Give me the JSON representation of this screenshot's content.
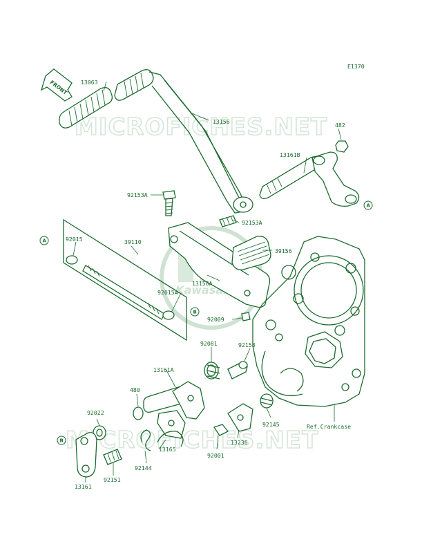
{
  "diagram_code": "E1370",
  "front_arrow": "FRONT",
  "watermark": "MICROFICHES.NET",
  "logo_text": "Kawasaki",
  "reference": "Ref.Crankcase",
  "callouts": {
    "a": "A",
    "b": "B"
  },
  "parts": {
    "p13063": "13063",
    "p13156": "13156",
    "p482": "482",
    "p13161B": "13161B",
    "p92153A_top": "92153A",
    "p92153A_mid": "92153A",
    "p92015": "92015",
    "p39110": "39110",
    "p39156": "39156",
    "p13156A": "13156A",
    "p92015A": "92015A",
    "p92009": "92009",
    "p92081": "92081",
    "p92153": "92153",
    "p13161A": "13161A",
    "p480": "480",
    "p92022": "92022",
    "p92145": "92145",
    "p13236": "13236",
    "p13165": "13165",
    "p92001": "92001",
    "p92144": "92144",
    "p92151": "92151",
    "p13161": "13161"
  }
}
